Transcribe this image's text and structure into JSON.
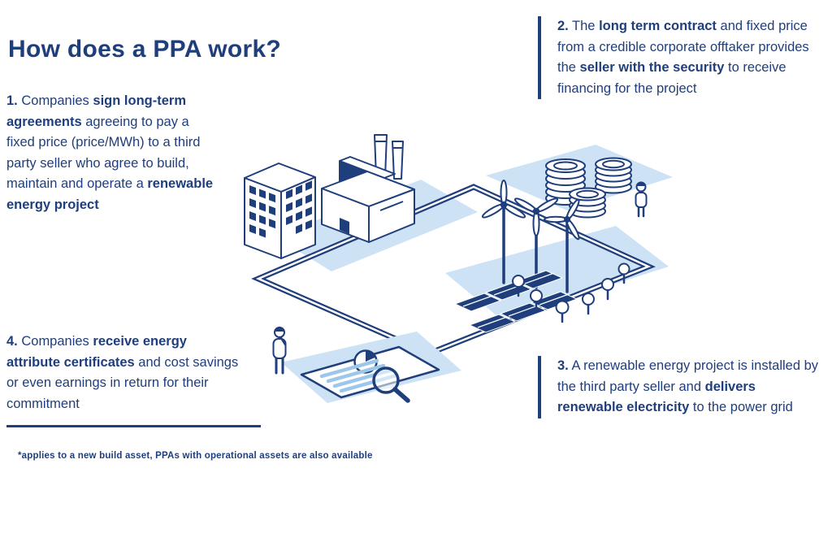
{
  "title": "How does a PPA work?",
  "colors": {
    "navy": "#1f3e7c",
    "light_blue": "#cde2f4",
    "mid_blue": "#9cc7ea"
  },
  "steps": {
    "one": {
      "segments": [
        {
          "text": "1.",
          "bold": true
        },
        {
          "text": " Companies ",
          "bold": false
        },
        {
          "text": "sign long-term agreements",
          "bold": true
        },
        {
          "text": " agreeing to pay a fixed price (price/MWh) to a third party seller who agree to build, maintain and operate a ",
          "bold": false
        },
        {
          "text": "renewable energy project",
          "bold": true
        }
      ]
    },
    "two": {
      "segments": [
        {
          "text": "2.",
          "bold": true
        },
        {
          "text": " The ",
          "bold": false
        },
        {
          "text": "long term contract",
          "bold": true
        },
        {
          "text": " and fixed price from a credible corporate offtaker provides the ",
          "bold": false
        },
        {
          "text": "seller with the security",
          "bold": true
        },
        {
          "text": " to receive financing for the project",
          "bold": false
        }
      ]
    },
    "three": {
      "segments": [
        {
          "text": "3.",
          "bold": true
        },
        {
          "text": " A renewable energy project is installed by the third party seller and ",
          "bold": false
        },
        {
          "text": "delivers renewable electricity",
          "bold": true
        },
        {
          "text": " to the power grid",
          "bold": false
        }
      ]
    },
    "four": {
      "segments": [
        {
          "text": "4.",
          "bold": true
        },
        {
          "text": " Companies ",
          "bold": false
        },
        {
          "text": "receive energy attribute certificates",
          "bold": true
        },
        {
          "text": " and cost savings or even earnings in return for their commitment",
          "bold": false
        }
      ]
    }
  },
  "footnote": "*applies to a new build asset, PPAs with operational assets are also available",
  "illustration": {
    "icons": [
      "office-building-icon",
      "factory-icon",
      "coin-stacks-icon",
      "seller-person-icon",
      "wind-turbines-icon",
      "solar-panels-icon",
      "trees-icon",
      "contract-document-icon",
      "pie-chart-icon",
      "magnifier-icon",
      "buyer-person-icon",
      "ppa-loop-path"
    ]
  }
}
